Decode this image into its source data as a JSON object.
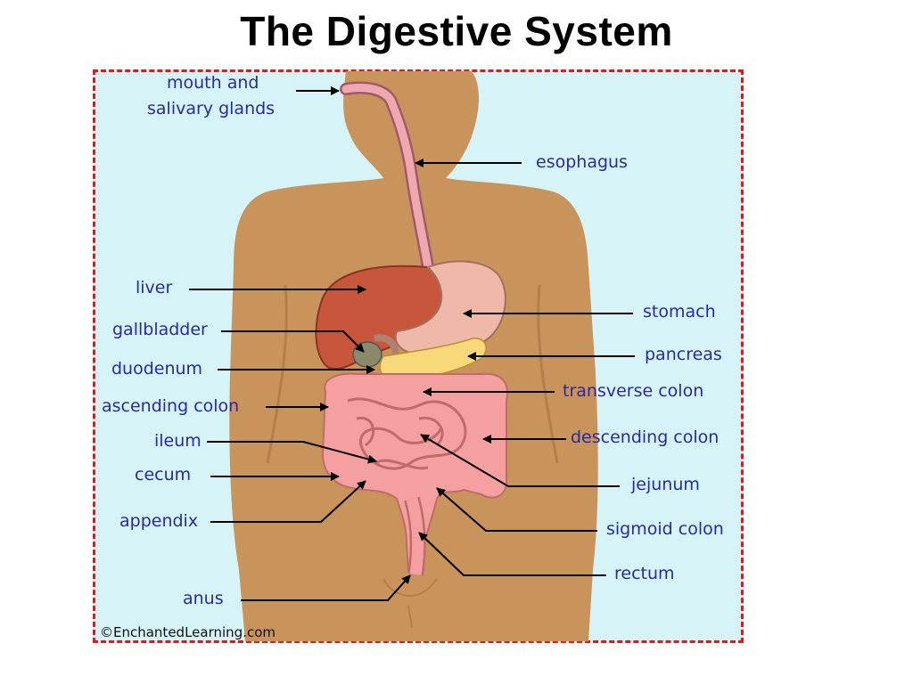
{
  "title": "The Digestive System",
  "colors": {
    "background_panel": "#d6f4f8",
    "border": "#e01818",
    "body": "#c9935c",
    "liver": "#c8563c",
    "stomach": "#f0b8a8",
    "pancreas": "#f8d878",
    "intestine": "#f4a0a0",
    "esophagus": "#f0a8b0",
    "label_text": "#2a2a9a"
  },
  "labels": {
    "mouth": [
      "mouth and",
      "salivary glands"
    ],
    "esophagus": "esophagus",
    "liver": "liver",
    "stomach": "stomach",
    "gallbladder": "gallbladder",
    "pancreas": "pancreas",
    "duodenum": "duodenum",
    "transverse_colon": "transverse colon",
    "ascending_colon": "ascending colon",
    "descending_colon": "descending colon",
    "ileum": "ileum",
    "jejunum": "jejunum",
    "cecum": "cecum",
    "sigmoid_colon": "sigmoid colon",
    "appendix": "appendix",
    "rectum": "rectum",
    "anus": "anus"
  },
  "copyright": "©EnchantedLearning.com"
}
